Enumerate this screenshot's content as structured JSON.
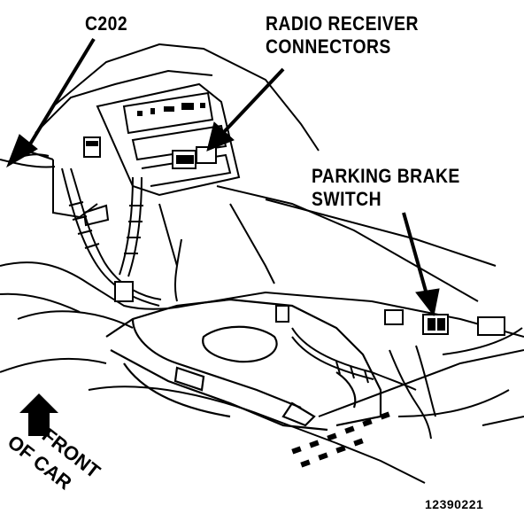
{
  "labels": {
    "c202": "C202",
    "radio_line1": "RADIO RECEIVER",
    "radio_line2": "CONNECTORS",
    "brake_line1": "PARKING BRAKE",
    "brake_line2": "SWITCH",
    "front_line1": "FRONT",
    "front_line2": "OF CAR",
    "figure_number": "12390221"
  }
}
